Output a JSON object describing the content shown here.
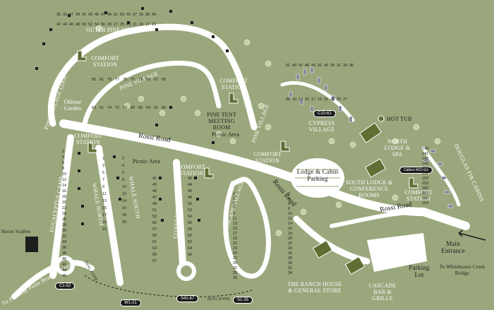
{
  "villages": {
    "outer_pine": "OUTER PINE VILLAGE",
    "pine": "PINE VILLAGE",
    "pine_village_side": "PINE VILLAGE",
    "pine_village_loop": "PINE VILLAGE LOOP",
    "eucalyptus_camp": "EUCALYPTUS CAMP",
    "whale_north": "WHALE NORTH",
    "whale_south": "WHALE SOUTH",
    "coast": "COAST VILLAGE",
    "seascape": "SEASCAPE VILLAGE",
    "cypress": "CYPRESS VILLAGE",
    "douglas_fir": "DOUGLAS FIR CABINS"
  },
  "roads": {
    "rossi_1": "Rossi Road",
    "rossi_2": "Rossi Road",
    "rossi_3": "Rossi Road"
  },
  "places": {
    "comfort_station": "COMFORT STATION",
    "ohlone_garden": "Ohlone Garden",
    "pine_tent": "PINE TENT MEETING ROOM",
    "picnic_area": "Picnic Area",
    "hot_tub": "HOT TUB",
    "north_lodge": "NORTH LODGE & SPA",
    "lodge_parking": "Lodge & Cabin Parking",
    "south_lodge": "SOUTH LODGE & CONFERENCE ROOMS",
    "main_entrance": "Main Entrance",
    "whitehouse": "To Whitehouse Creek Bridge",
    "parking_lot": "Parking Lot",
    "cascade": "CASCADE BAR & GRILLE",
    "ranch_house": "THE RANCH HOUSE & GENERAL STORE",
    "horse_stables": "Horse Stables",
    "franklin": "To Franklin Point Beach Access",
    "dog_zone": "DOG ZONE"
  },
  "ranges": {
    "c10_61": "C10-61",
    "c1_52": "C1-52",
    "w1_21": "W1-21",
    "s41_67": "S41-67",
    "s1_35": "S1-35",
    "cabins": "Cabins M10-M3"
  },
  "site_numbers": {
    "outer_pine": [
      "35",
      "33",
      "37",
      "39",
      "41",
      "43",
      "45",
      "47",
      "49",
      "51",
      "53",
      "55",
      "57",
      "36",
      "38",
      "40",
      "42",
      "44",
      "46",
      "48",
      "50",
      "52",
      "54",
      "56",
      "29",
      "27",
      "25",
      "23",
      "21",
      "19",
      "17",
      "15"
    ],
    "pine": [
      "85",
      "81",
      "79",
      "77",
      "75",
      "73",
      "71",
      "69",
      "67",
      "65",
      "63",
      "61",
      "74",
      "72",
      "70",
      "68",
      "66",
      "64",
      "62",
      "60"
    ],
    "cypress": [
      "51",
      "49",
      "47",
      "45",
      "43",
      "41",
      "40",
      "30",
      "32",
      "34",
      "36",
      "38",
      "10",
      "13",
      "15",
      "17",
      "19",
      "21",
      "23",
      "25",
      "27"
    ],
    "eucalyptus": [
      "2",
      "4",
      "6",
      "8",
      "10",
      "12",
      "14",
      "16",
      "18",
      "20",
      "22",
      "24",
      "26",
      "28",
      "30",
      "32",
      "34",
      "36",
      "38",
      "40",
      "42",
      "44",
      "46"
    ],
    "whale": [
      "1",
      "3",
      "5",
      "7",
      "9",
      "11",
      "13",
      "15",
      "17",
      "19",
      "21",
      "2",
      "4",
      "6",
      "8",
      "10",
      "12",
      "14",
      "16",
      "18",
      "20"
    ],
    "coast": [
      "41",
      "43",
      "45",
      "47",
      "49",
      "51",
      "53",
      "55",
      "57",
      "59",
      "61",
      "63",
      "65",
      "67",
      "42",
      "44",
      "46",
      "48",
      "50",
      "52",
      "54",
      "56",
      "58",
      "60",
      "62",
      "64",
      "66"
    ],
    "seascape": [
      "1",
      "3",
      "5",
      "7",
      "9",
      "11",
      "13",
      "15",
      "17",
      "19",
      "21",
      "23",
      "25",
      "27",
      "29",
      "31",
      "33",
      "35",
      "2",
      "4",
      "6",
      "8",
      "10",
      "12",
      "14",
      "16",
      "18",
      "20",
      "22",
      "24",
      "26",
      "28",
      "30",
      "32",
      "34"
    ],
    "douglas": [
      "140",
      "141",
      "142",
      "143",
      "150",
      "151",
      "152",
      "153",
      "160",
      "161",
      "162",
      "163"
    ]
  }
}
